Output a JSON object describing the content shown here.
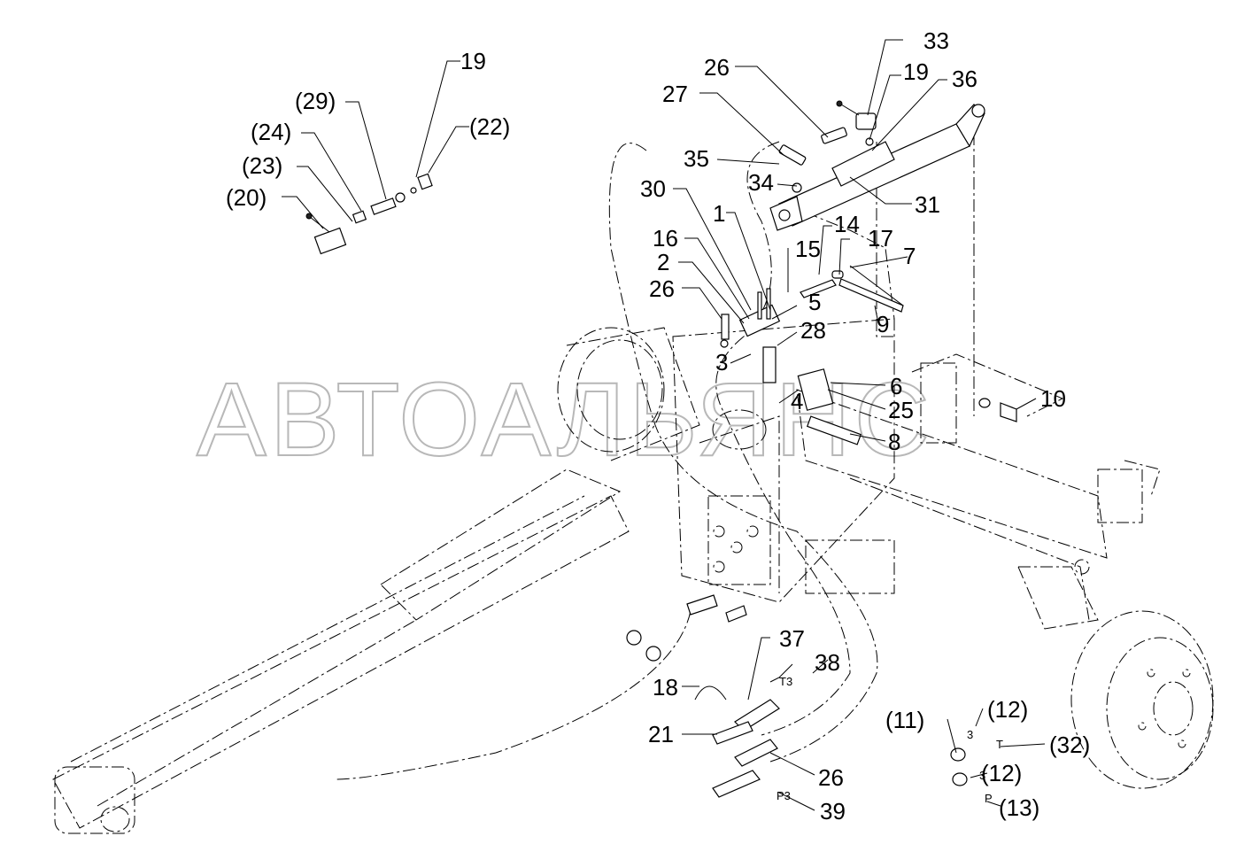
{
  "watermark": "АВТОАЛЬЯНС",
  "callouts": {
    "c1": "1",
    "c2": "2",
    "c3": "3",
    "c4": "4",
    "c5": "5",
    "c6": "6",
    "c7": "7",
    "c8": "8",
    "c9": "9",
    "c10": "10",
    "c14": "14",
    "c15": "15",
    "c16": "16",
    "c17": "17",
    "c18": "18",
    "c19a": "19",
    "c19b": "19",
    "c21": "21",
    "c25": "25",
    "c26a": "26",
    "c26b": "26",
    "c26c": "26",
    "c27": "27",
    "c28": "28",
    "c30": "30",
    "c31": "31",
    "c33": "33",
    "c34": "34",
    "c35": "35",
    "c36": "36",
    "c37": "37",
    "c38": "38",
    "c39": "39",
    "p11": "(11)",
    "p12a": "(12)",
    "p12b": "(12)",
    "p13": "(13)",
    "p20": "(20)",
    "p22": "(22)",
    "p23": "(23)",
    "p24": "(24)",
    "p29": "(29)",
    "p32": "(32)"
  },
  "port_marks": {
    "t3": "Т3",
    "p3": "Р3",
    "three_a": "3",
    "three_b": "3",
    "t": "Т",
    "p": "Р"
  }
}
